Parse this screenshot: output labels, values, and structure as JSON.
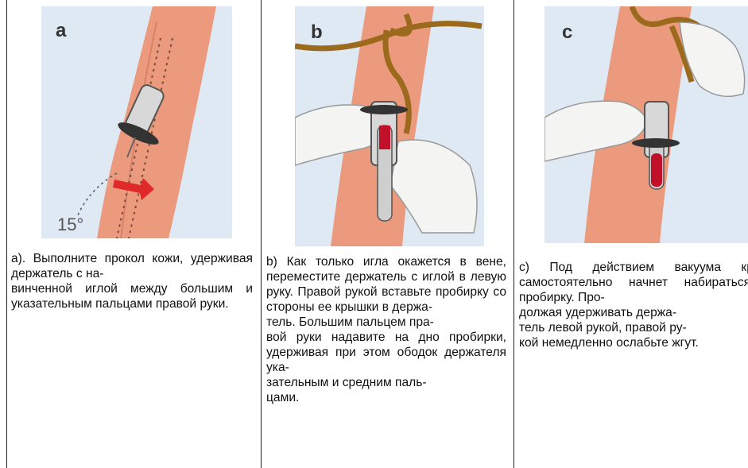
{
  "panels": [
    {
      "letter": "a",
      "angle": "15°",
      "caption": "а). Выполните прокол кожи, удерживая держатель с на-\nвинченной иглой между большим и указательным пальцами правой руки."
    },
    {
      "letter": "b",
      "caption": "b) Как только игла окажется в вене, переместите держатель с иглой в левую руку. Правой рукой вставьте пробирку со стороны ее крышки в держа-\nтель. Большим пальцем пра-\nвой руки надавите на дно пробирки, удерживая при этом ободок держателя ука-\nзательным и средним паль-\nцами."
    },
    {
      "letter": "c",
      "caption": "с) Под действием вакуума кровь самостоятельно начнет набираться в пробирку. Про-\nдолжая удерживать держа-\nтель левой рукой, правой ру-\nкой немедленно ослабьте жгут."
    }
  ],
  "colors": {
    "sky": "#dfe9f4",
    "arm": "#eb9a7e",
    "arm_dark": "#c9735a",
    "tourniquet": "#9b6a1c",
    "glove": "#f4f5f3",
    "arrow": "#e02a2a",
    "blood": "#c0102a"
  },
  "icons": [
    "arm-illustration",
    "needle-holder",
    "tourniquet",
    "gloved-hand",
    "angle-arrow",
    "blood-tube"
  ]
}
